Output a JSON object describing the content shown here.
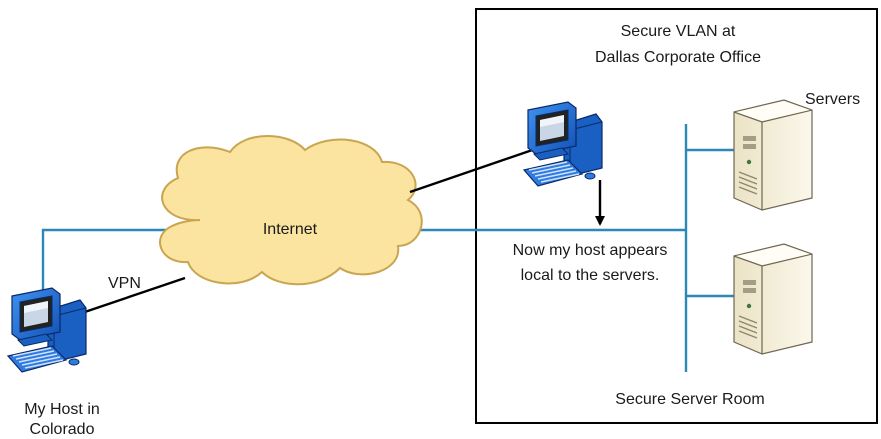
{
  "diagram": {
    "vlan_title_line1": "Secure VLAN at",
    "vlan_title_line2": "Dallas Corporate Office",
    "servers_label": "Servers",
    "internet_label": "Internet",
    "vpn_label": "VPN",
    "appears_line1": "Now my host appears",
    "appears_line2": "local to the servers.",
    "room_label": "Secure Server Room",
    "host_line1": "My Host in",
    "host_line2": "Colorado"
  },
  "colors": {
    "network_line": "#2b88b7",
    "cloud_fill": "#fbe3a0",
    "cloud_stroke": "#c9a54f",
    "monitor_blue": "#1f6fd6",
    "server_fill": "#f3eed9"
  },
  "icons": [
    "computer-icon",
    "cloud-icon",
    "server-icon"
  ]
}
